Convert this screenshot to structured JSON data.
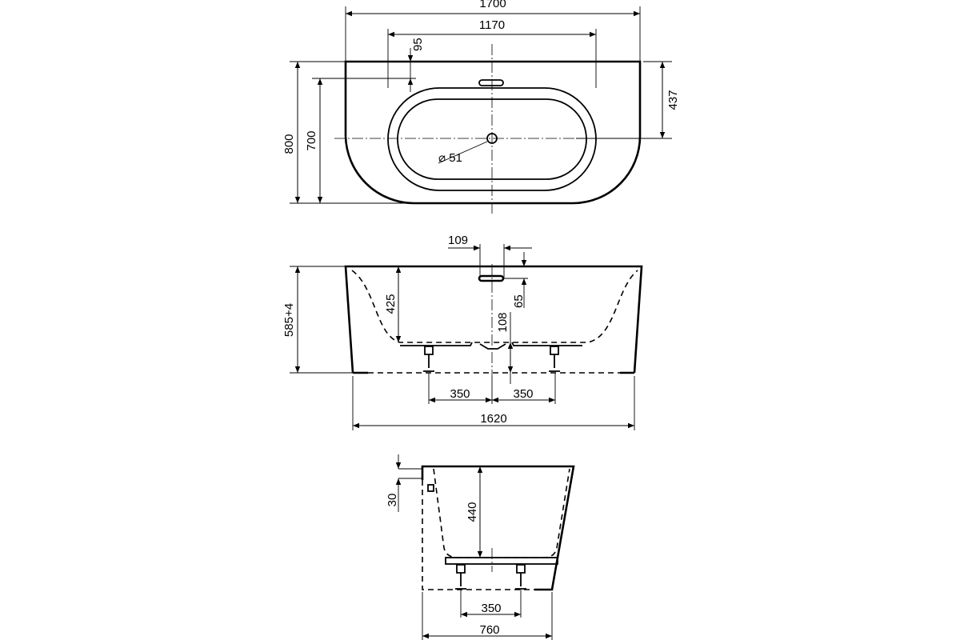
{
  "top_view": {
    "length": "1700",
    "inner_length": "1170",
    "overflow_offset": "95",
    "width": "800",
    "inner_width": "700",
    "drain_offset": "437",
    "drain_diameter": "⌀ 51"
  },
  "side_view": {
    "overflow_width": "109",
    "overflow_depth": "65",
    "height": "585+4",
    "depth": "425",
    "drain_height": "108",
    "leg_left": "350",
    "leg_right": "350",
    "base_length": "1620"
  },
  "end_view": {
    "rim": "30",
    "depth": "440",
    "leg_spacing": "350",
    "base_width": "760"
  }
}
